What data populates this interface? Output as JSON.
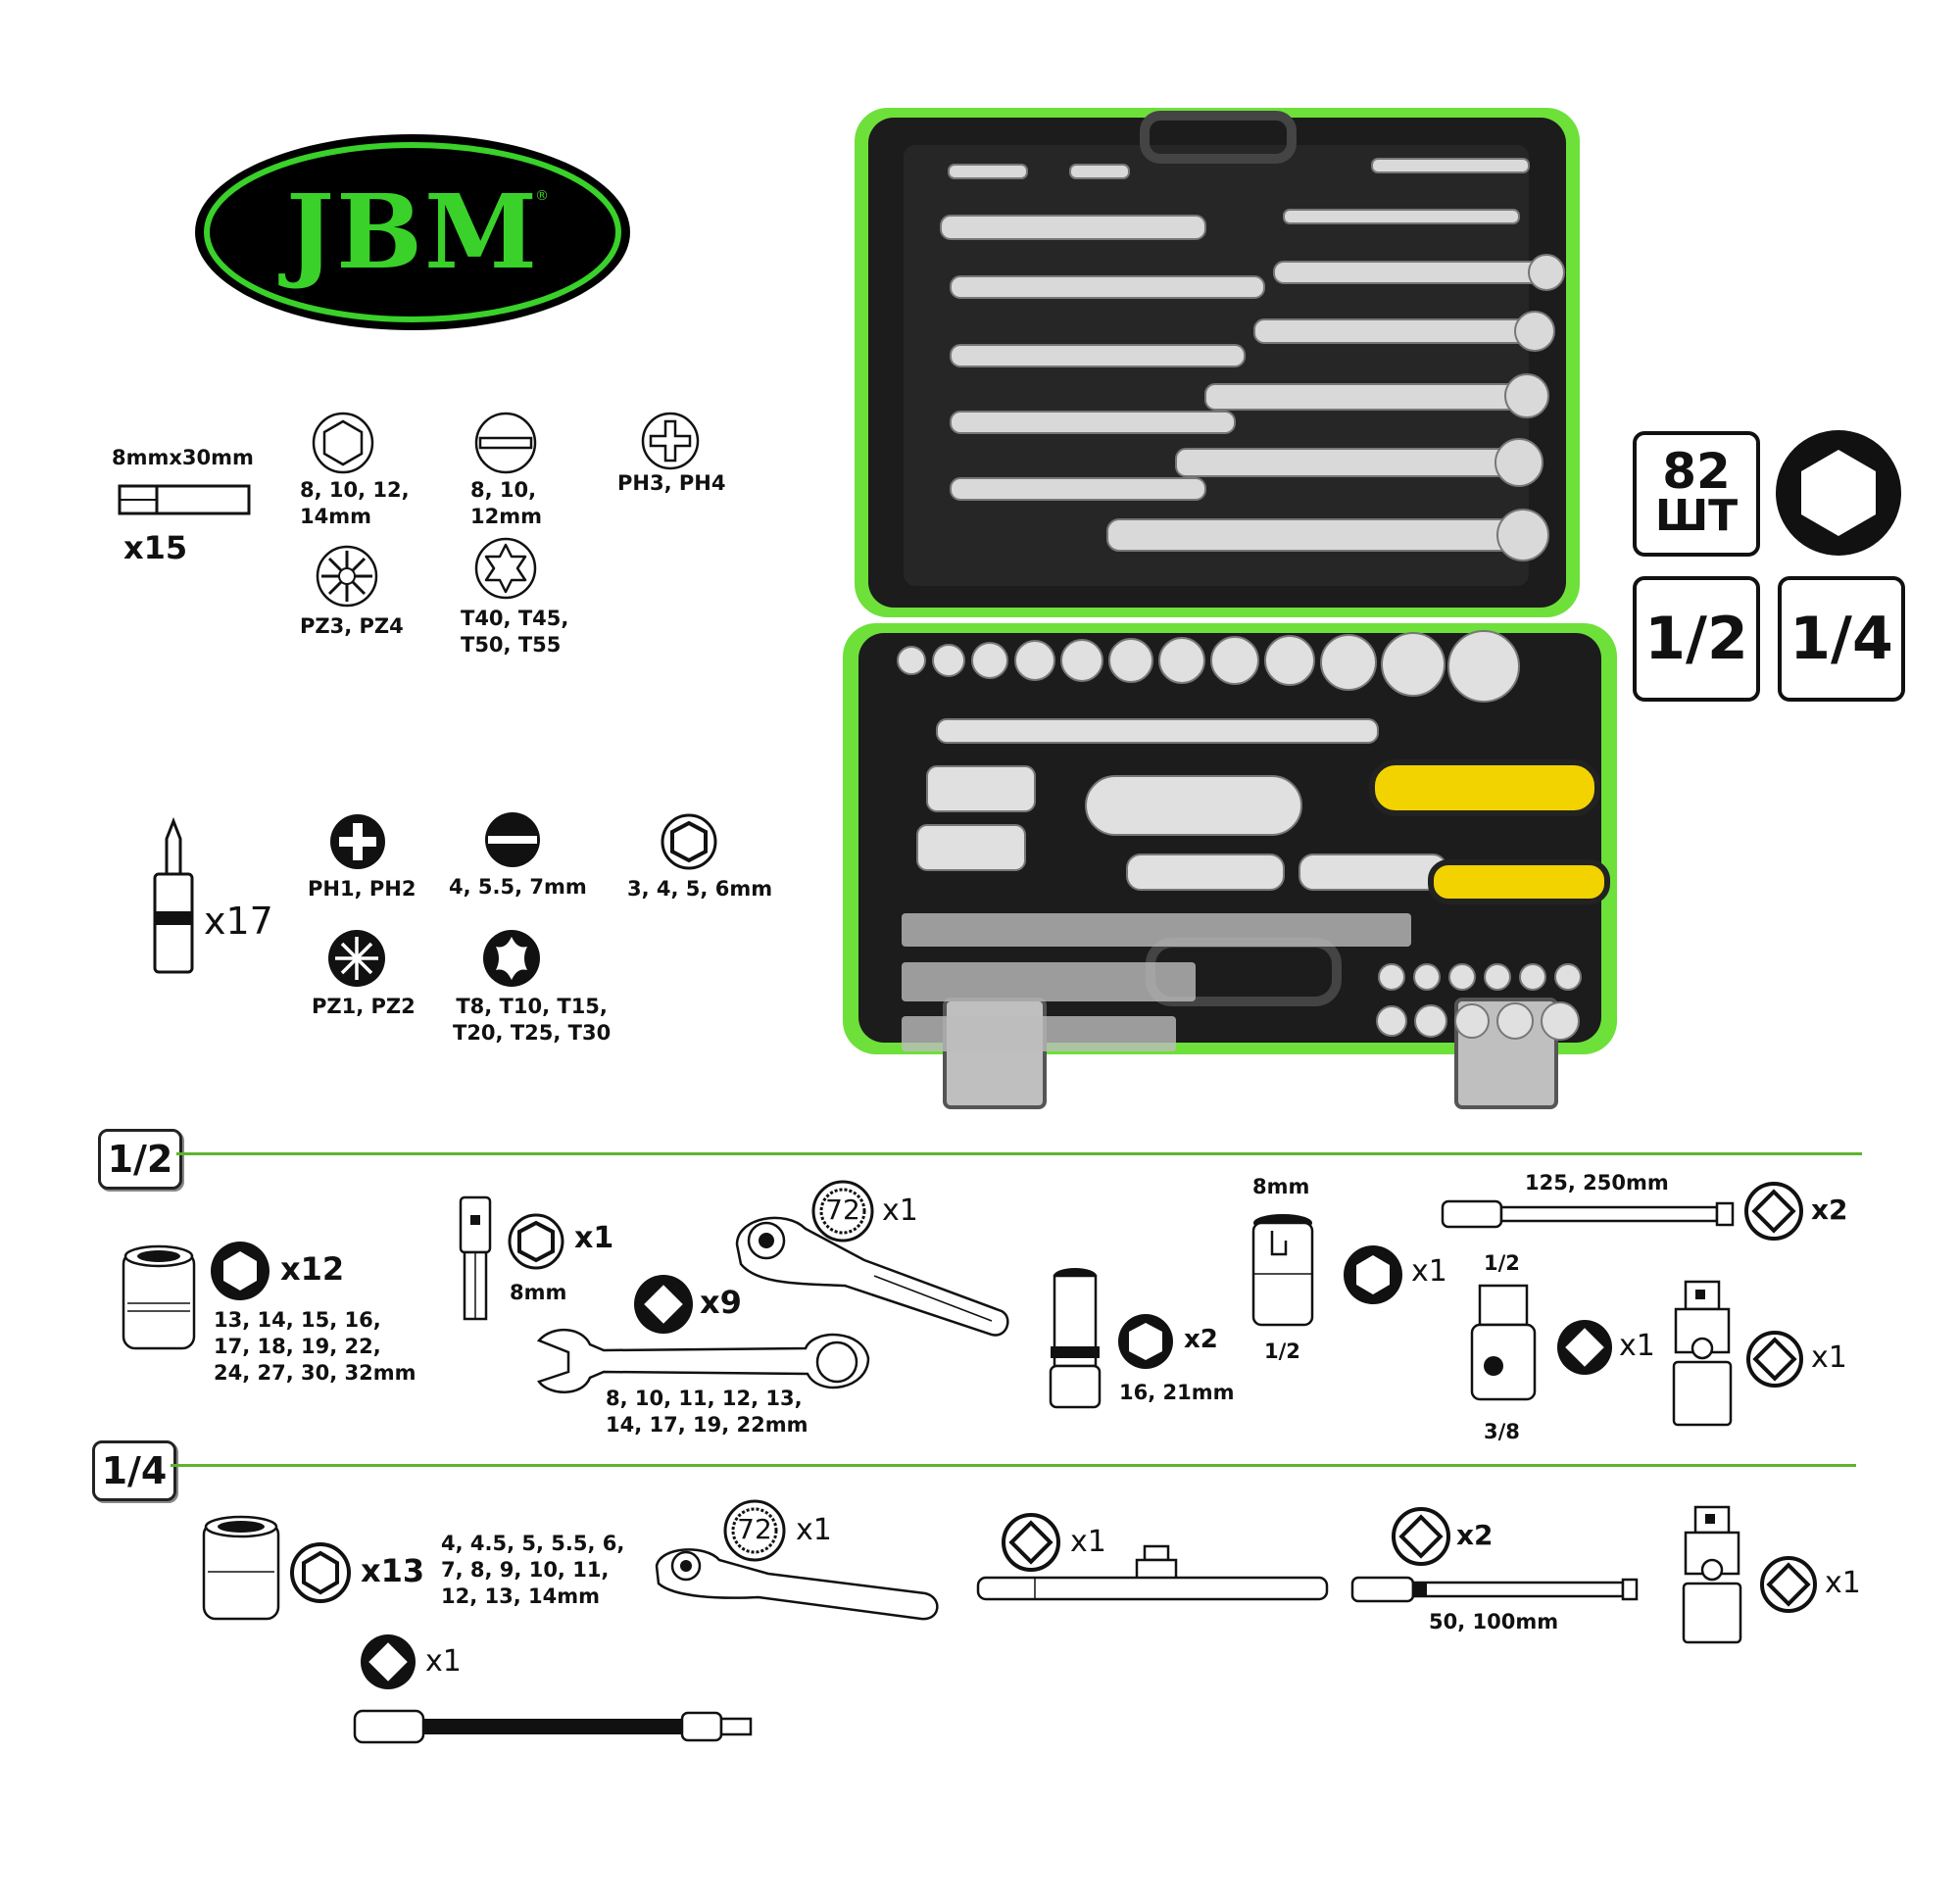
{
  "brand": {
    "name": "JBM",
    "reg": "®",
    "green": "#39d12a"
  },
  "badges": {
    "count": "82",
    "unit": "ШТ",
    "drive_half": "1/2",
    "drive_quarter": "1/4"
  },
  "bits_long": {
    "size": "8mmx30mm",
    "qty": "x15",
    "types": [
      {
        "label": "8, 10, 12,\n14mm"
      },
      {
        "label": "8, 10,\n12mm"
      },
      {
        "label": "PH3, PH4"
      },
      {
        "label": "PZ3, PZ4"
      },
      {
        "label": "T40, T45,\nT50, T55"
      }
    ]
  },
  "bits_short": {
    "qty": "x17",
    "types": [
      {
        "label": "PH1, PH2"
      },
      {
        "label": "4, 5.5, 7mm"
      },
      {
        "label": "3, 4, 5, 6mm"
      },
      {
        "label": "PZ1, PZ2"
      },
      {
        "label": "T8, T10, T15,\nT20, T25, T30"
      }
    ]
  },
  "section_half": {
    "title": "1/2",
    "sockets": {
      "qty": "x12",
      "sizes": "13, 14, 15, 16,\n17, 18, 19, 22,\n24, 27, 30, 32mm"
    },
    "bit_holder": {
      "qty": "x1",
      "size": "8mm"
    },
    "ratchet": {
      "teeth": "72",
      "qty": "x1"
    },
    "wrenches": {
      "qty": "x9",
      "sizes": "8, 10, 11, 12, 13,\n14, 17, 19, 22mm"
    },
    "spark_sockets": {
      "qty": "x2",
      "sizes": "16, 21mm"
    },
    "bit_adapter": {
      "top": "8mm",
      "qty": "x1",
      "bottom": "1/2"
    },
    "extensions": {
      "sizes": "125, 250mm",
      "qty": "x2"
    },
    "reducer": {
      "top": "1/2",
      "qty": "x1",
      "bottom": "3/8"
    },
    "ujoint": {
      "qty": "x1"
    }
  },
  "section_quarter": {
    "title": "1/4",
    "sockets": {
      "qty": "x13",
      "sizes": "4, 4.5, 5, 5.5, 6,\n7, 8, 9, 10, 11,\n12, 13, 14mm"
    },
    "ratchet": {
      "teeth": "72",
      "qty": "x1"
    },
    "tbar": {
      "qty": "x1"
    },
    "extensions": {
      "qty": "x2",
      "sizes": "50, 100mm"
    },
    "ujoint": {
      "qty": "x1"
    },
    "flex": {
      "qty": "x1"
    }
  }
}
